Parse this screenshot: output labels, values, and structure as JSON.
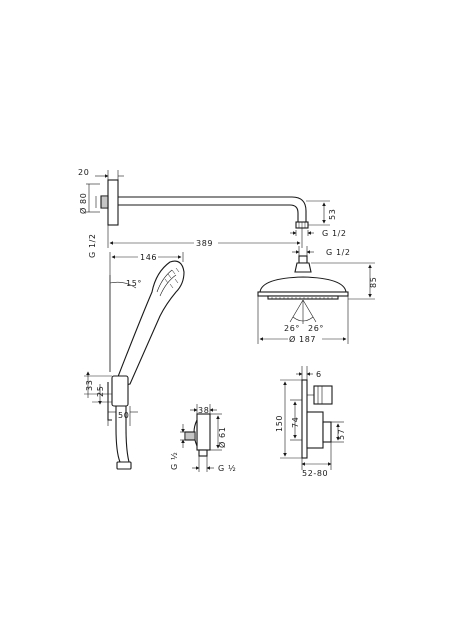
{
  "dimensions": {
    "wall_flange_depth": "20",
    "flange_diameter": "Ø 80",
    "arm_thread": "G 1/2",
    "arm_length": "389",
    "arm_drop": "53",
    "head_thread_lower": "G 1/2",
    "head_thread_right": "G 1/2",
    "head_height": "85",
    "head_angle_left": "26°",
    "head_angle_right": "26°",
    "head_diameter": "Ø 187",
    "hand_reach": "146",
    "hand_angle": "15°",
    "holder_height": "33",
    "holder_offset": "25",
    "holder_width": "50",
    "outlet_depth": "38",
    "outlet_diameter": "Ø 61",
    "outlet_thread_vertical": "G ½",
    "outlet_thread_horizontal": "G ½",
    "valve_offset": "6",
    "valve_plate_height": "150",
    "valve_body_height": "74",
    "valve_handle_height": "57",
    "valve_depth": "52-80"
  }
}
